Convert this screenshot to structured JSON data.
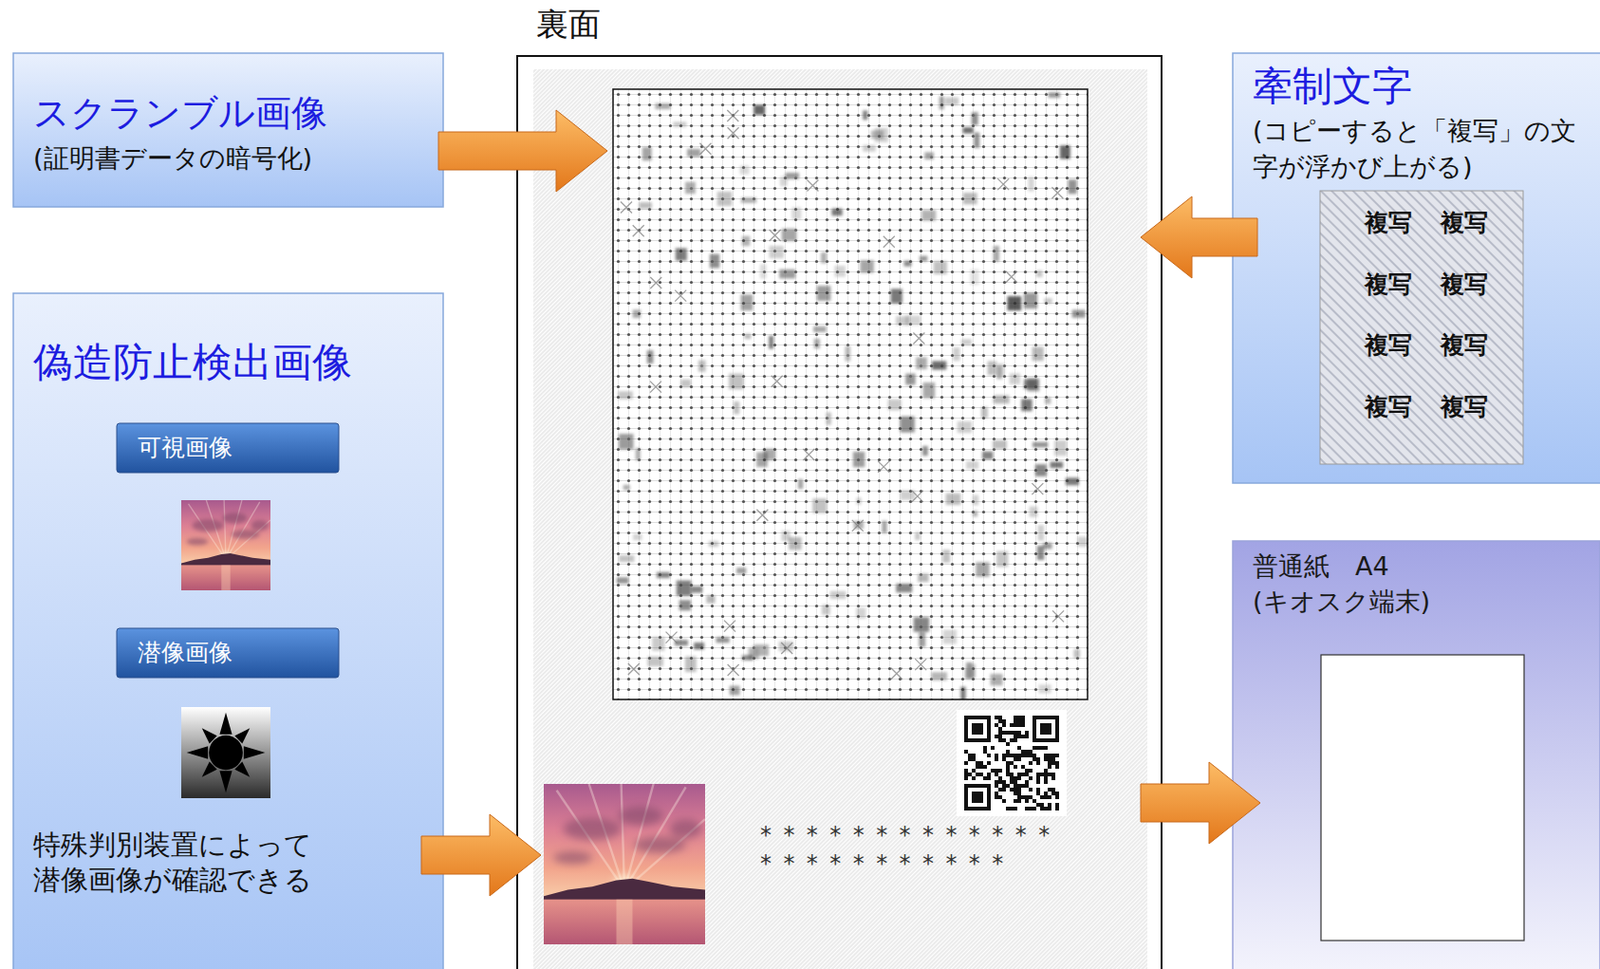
{
  "diagram": {
    "nodes": [
      {
        "text": [
          "裏面"
        ]
      },
      {
        "text": [
          "スクランブル画像",
          "(証明書データの暗号化)"
        ]
      },
      {
        "text": [
          "偽造防止検出画像",
          "特殊判別装置によって 潜像画像が確認できる"
        ]
      },
      {
        "text": [
          "可視画像"
        ],
        "in": 2
      },
      {
        "text": [
          "潜像画像"
        ],
        "in": 2
      },
      {
        "text": [
          "牽制文字",
          "(コピーすると「複写」の文 字が浮かび上がる)"
        ]
      },
      {
        "text": [
          "複写",
          "複写",
          "複写",
          "複写",
          "複写",
          "複写",
          "複写",
          "複写"
        ],
        "in": 5
      },
      {
        "text": [
          "普通紙　A4",
          "(キオスク端末)"
        ]
      }
    ],
    "edges": [
      {
        "from": 1,
        "to": 0,
        "arrow": "to"
      },
      {
        "from": 2,
        "to": 0,
        "arrow": "to"
      },
      {
        "from": 5,
        "to": 0,
        "arrow": "to"
      },
      {
        "from": 0,
        "to": 7,
        "arrow": "to"
      }
    ],
    "labels": [
      "* * * * * * * * * * * * *",
      "* * * * * * * * * * *"
    ]
  }
}
